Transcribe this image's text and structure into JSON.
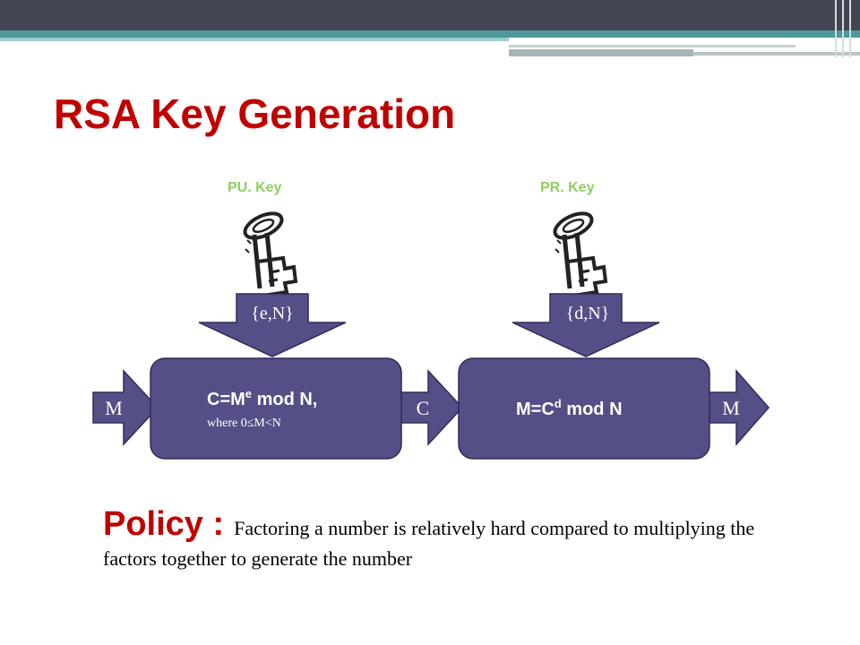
{
  "slide": {
    "title": "RSA Key Generation",
    "public_key_label": "PU. Key",
    "private_key_label": "PR. Key",
    "public_key_value": "{e,N}",
    "private_key_value": "{d,N}",
    "input_label": "M",
    "cipher_label": "C",
    "output_label": "M",
    "encrypt_formula": {
      "prefix": "C=M",
      "exponent": "e",
      "suffix": " mod N,",
      "condition": "where 0≤M<N"
    },
    "decrypt_formula": {
      "prefix": "M=C",
      "exponent": "d",
      "suffix": " mod N"
    },
    "policy": {
      "label": "Policy :",
      "text": "Factoring a number is relatively hard compared to multiplying the factors together to generate the number"
    }
  },
  "colors": {
    "title": "#c00000",
    "key_label": "#8fcf5d",
    "box_fill": "#544f87",
    "box_stroke": "#2f2b58"
  }
}
